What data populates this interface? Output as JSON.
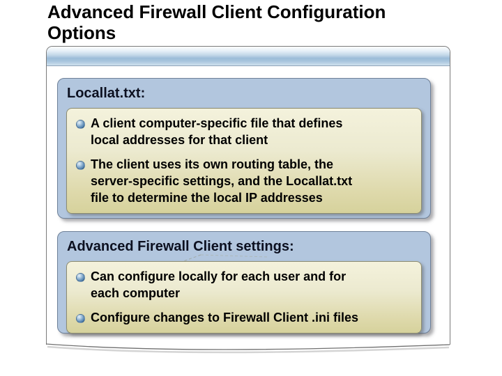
{
  "slide": {
    "title": "Advanced Firewall Client Configuration\nOptions"
  },
  "window": {
    "sections": [
      {
        "header": "Locallat.txt:",
        "bullets": [
          "A client computer-specific file that defines\nlocal addresses for that client",
          "The client uses its own routing table, the\nserver-specific settings, and the Locallat.txt\nfile to determine the local IP addresses"
        ]
      },
      {
        "header": "Advanced Firewall Client settings:",
        "bullets": [
          "Can configure locally for each user and for\neach computer",
          "Configure changes to Firewall Client .ini files"
        ]
      }
    ]
  },
  "icons": {
    "bullet": "sphere-bullet-icon"
  },
  "colors": {
    "title_text": "#000000",
    "header_text": "#0c1020",
    "panel_blue": "#b2c6de",
    "panel_border": "#6e8098",
    "box_yellow_top": "#f4f2dc",
    "box_yellow_bottom": "#d6d29c",
    "box_border": "#8b8b70",
    "titlebar_blue": "#9cbcd8",
    "bullet_sphere_blue": "#3c6c9b",
    "window_border": "#7a7a7a"
  }
}
